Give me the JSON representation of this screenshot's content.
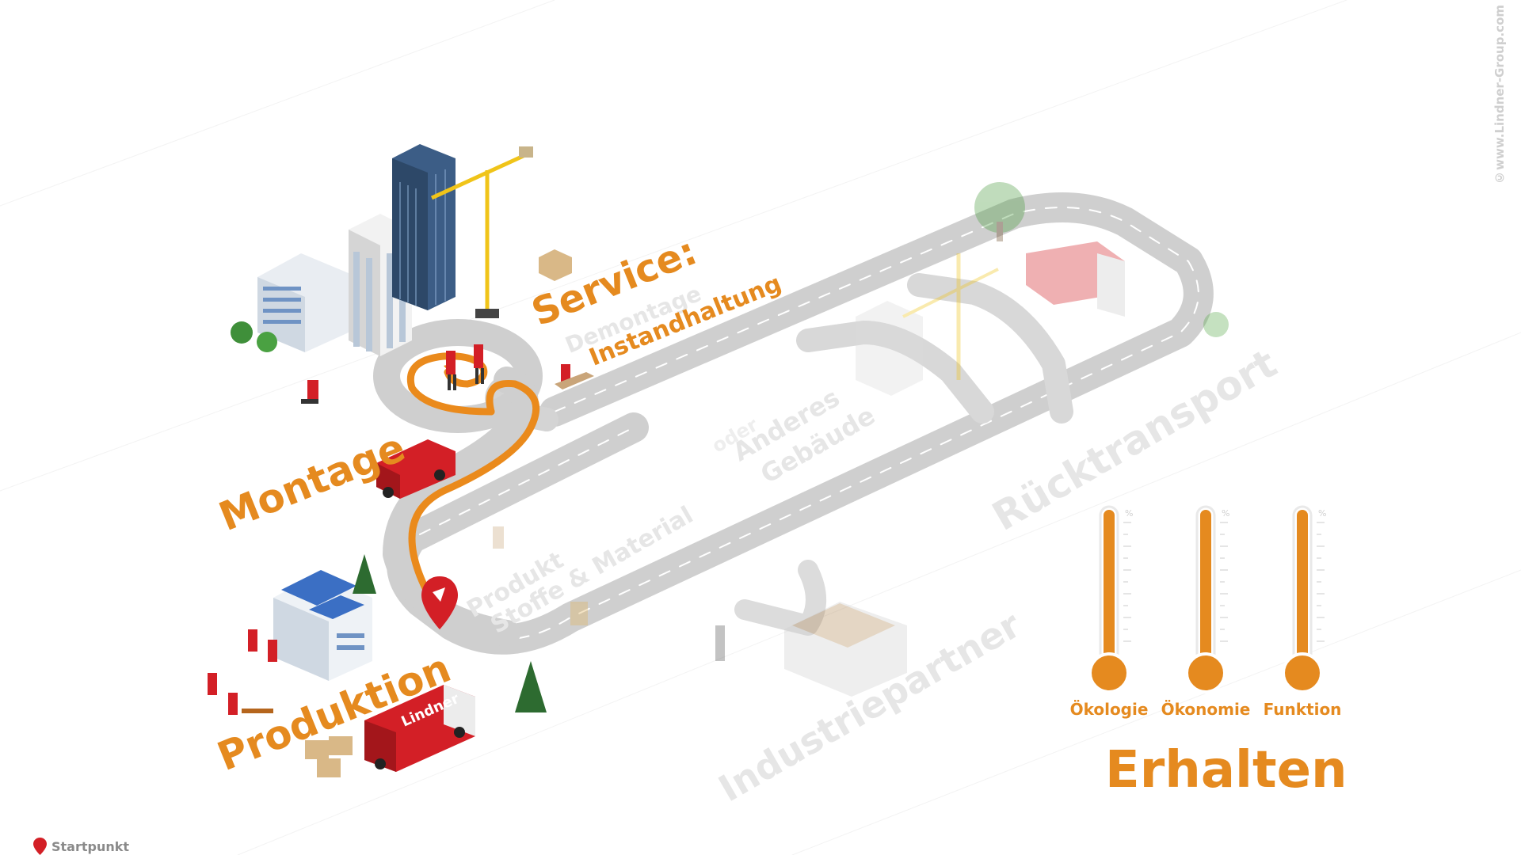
{
  "labels": {
    "service": "Service:",
    "demontage": "Demontage",
    "instandhaltung": "Instandhaltung",
    "montage": "Montage",
    "produktion": "Produktion",
    "anderes_oder": "oder",
    "anderes_gebaeude": "Anderes",
    "anderes_gebaeude2": "Gebäude",
    "produkt": "Produkt",
    "stoffe": "Stoffe & Material",
    "ruecktransport": "Rücktransport",
    "industriepartner": "Industriepartner"
  },
  "truck_brand": "Lindner",
  "gauges": [
    {
      "label": "Ökologie",
      "unit": "%"
    },
    {
      "label": "Ökonomie",
      "unit": "%"
    },
    {
      "label": "Funktion",
      "unit": "%"
    }
  ],
  "erhalten": "Erhalten",
  "legend": {
    "startpunkt": "Startpunkt"
  },
  "credit": "©www.Lindner-Group.com",
  "colors": {
    "accent": "#e58a1f",
    "road": "#d6d6d6",
    "brand_red": "#d31f26"
  }
}
